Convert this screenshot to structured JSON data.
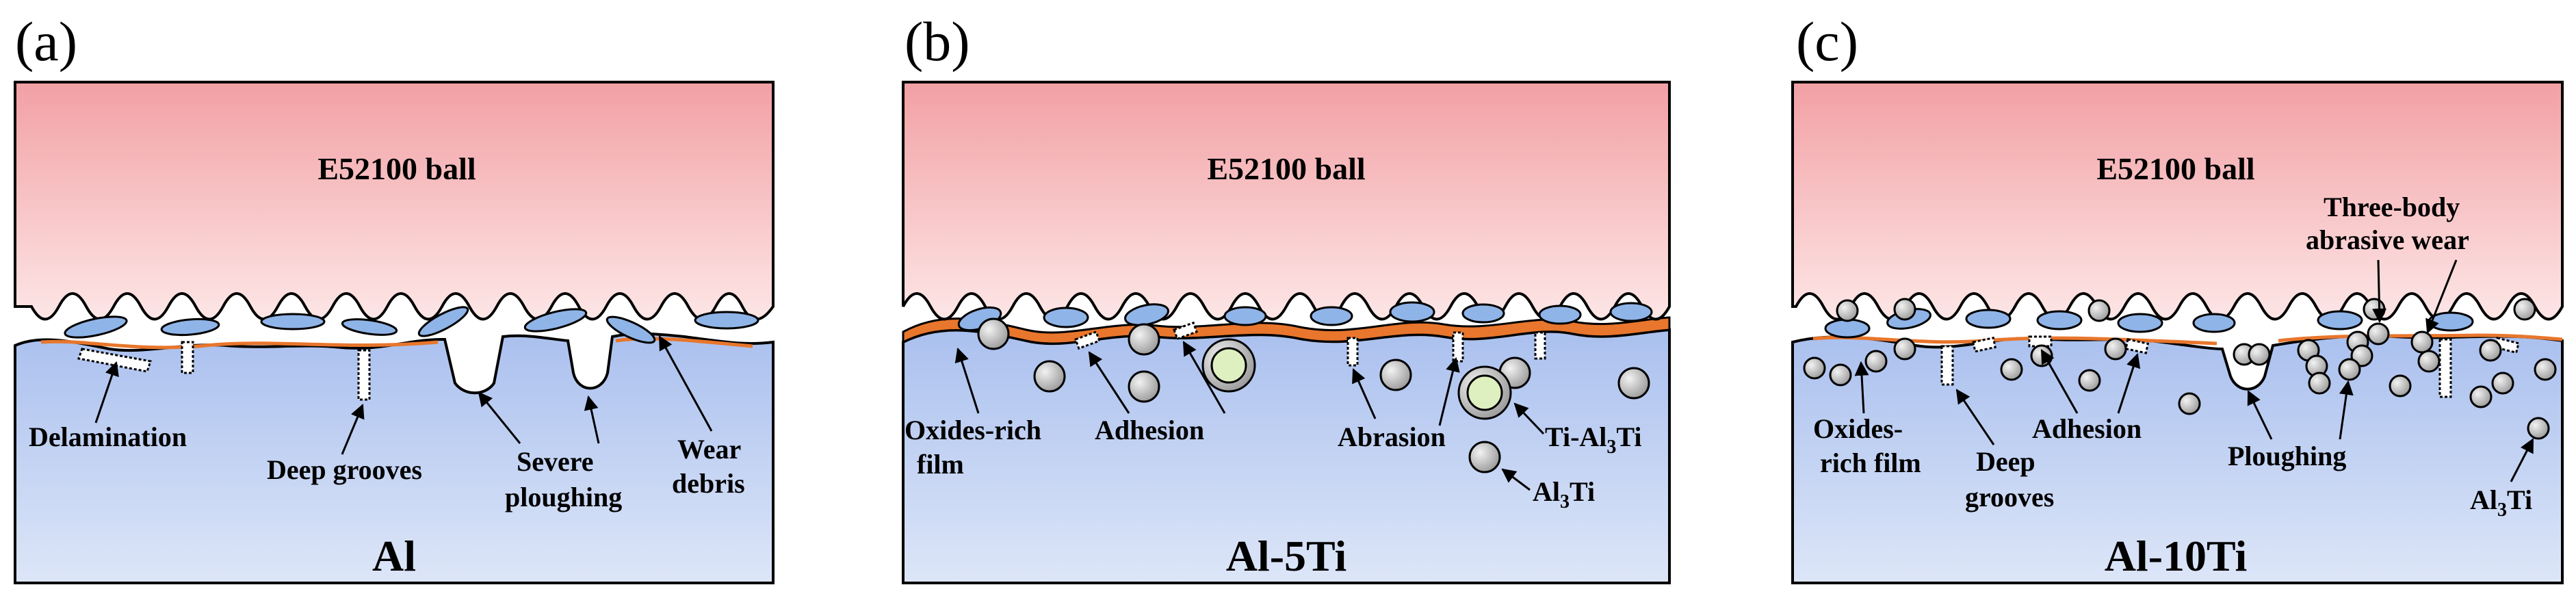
{
  "figure": {
    "panels": [
      {
        "tag": "(a)",
        "ball": "E52100 ball",
        "material": "Al",
        "labels": {
          "delamination": "Delamination",
          "deep_grooves": "Deep grooves",
          "severe_1": "Severe",
          "severe_2": "ploughing",
          "wear_1": "Wear",
          "wear_2": "debris"
        }
      },
      {
        "tag": "(b)",
        "ball": "E52100 ball",
        "material": "Al-5Ti",
        "labels": {
          "oxides_1": "Oxides-rich",
          "oxides_2": "film",
          "adhesion": "Adhesion",
          "abrasion": "Abrasion",
          "tial3ti_a": "Ti-Al",
          "tial3ti_sub": "3",
          "tial3ti_b": "Ti",
          "al3ti_a": "Al",
          "al3ti_sub": "3",
          "al3ti_b": "Ti"
        }
      },
      {
        "tag": "(c)",
        "ball": "E52100 ball",
        "material": "Al-10Ti",
        "labels": {
          "oxides_1": "Oxides-",
          "oxides_2": "rich  film",
          "deep_1": "Deep",
          "deep_2": "grooves",
          "adhesion": "Adhesion",
          "ploughing": "Ploughing",
          "threebody_1": "Three-body",
          "threebody_2": "abrasive wear",
          "al3ti_a": "Al",
          "al3ti_sub": "3",
          "al3ti_b": "Ti"
        }
      }
    ],
    "colors": {
      "ball_top": "#f2a0a4",
      "ball_bottom": "#fde6e6",
      "substrate_top": "#aac0ee",
      "substrate_bottom": "#dde6f8",
      "oxide_film": "#e8762c",
      "debris_fill": "#8fb4e8",
      "particle_fill": "#bdbdbd"
    }
  }
}
